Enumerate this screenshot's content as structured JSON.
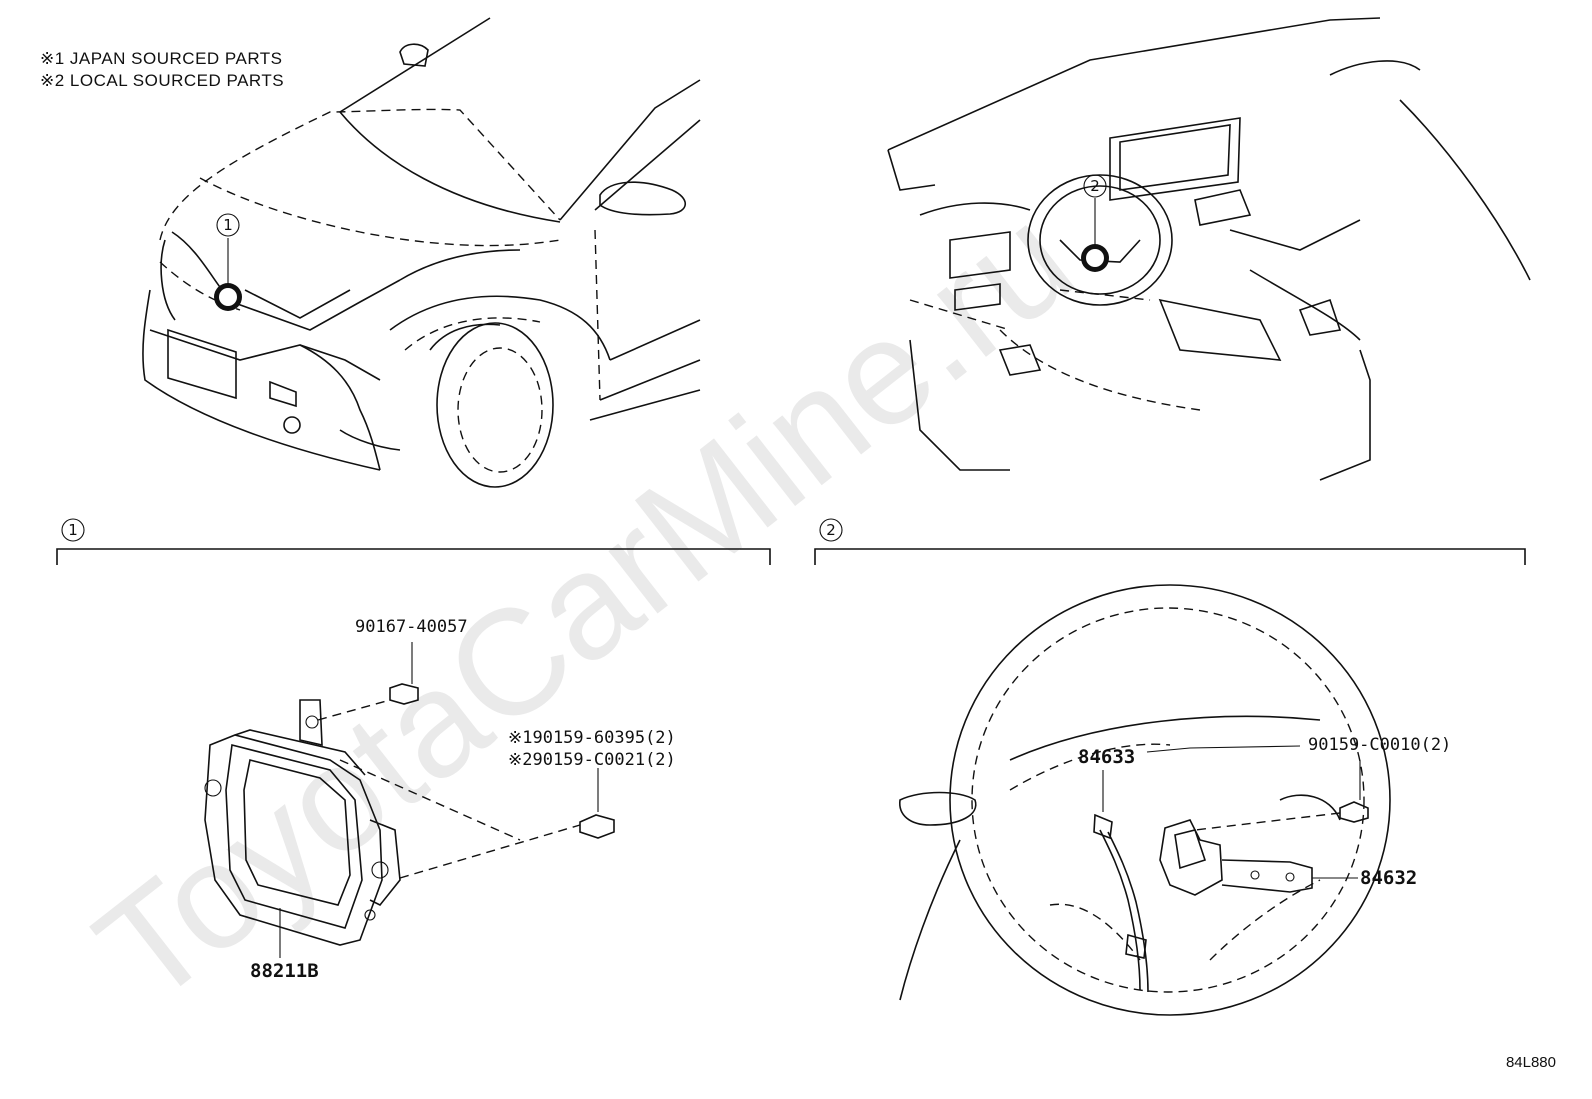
{
  "legend": {
    "note1": "※1 JAPAN SOURCED PARTS",
    "note2": "※2 LOCAL SOURCED PARTS"
  },
  "locators": {
    "front": "1",
    "interior": "2"
  },
  "sections": {
    "section1_marker": "1",
    "section2_marker": "2"
  },
  "parts": {
    "bolt_upper": "90167-40057",
    "bolt_japan": "※190159-60395(2)",
    "bolt_local": "※290159-C0021(2)",
    "sensor_module": "88211B",
    "screw_column": "90159-C0010(2)",
    "harness": "84633",
    "switch": "84632"
  },
  "watermark": "ToyotaCarMine.ru",
  "diagram_code": "84L880"
}
